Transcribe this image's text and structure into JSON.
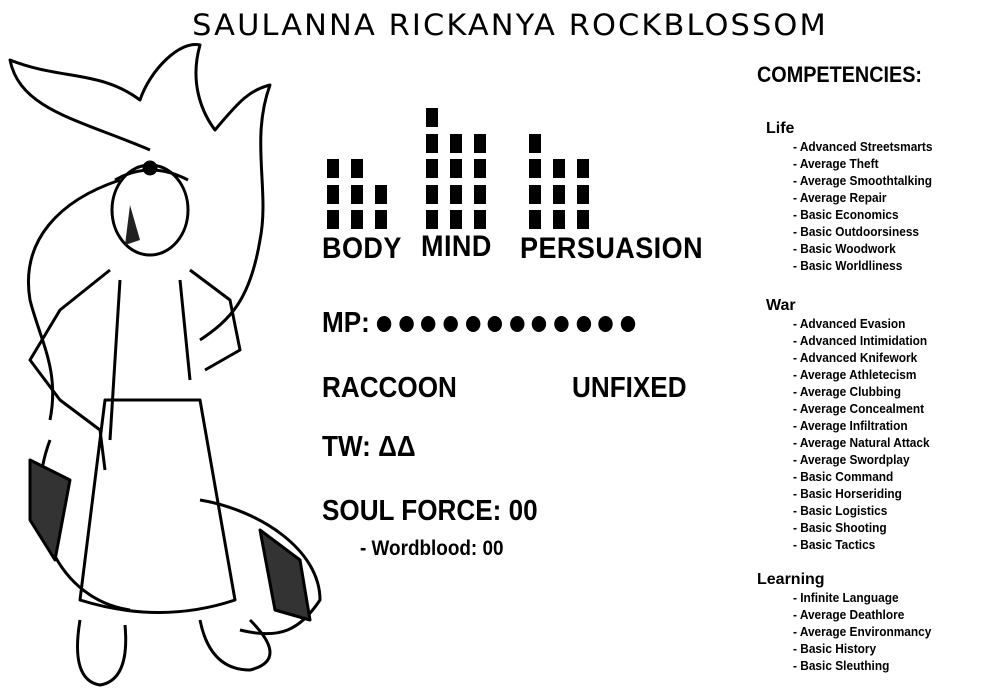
{
  "title": "SAULANNA RICKANYA ROCKBLOSSOM",
  "stats": [
    {
      "label": "BODY",
      "columns": [
        3,
        3,
        2
      ]
    },
    {
      "label": "MIND",
      "columns": [
        5,
        4,
        4
      ]
    },
    {
      "label": "PERSUASION",
      "columns": [
        4,
        3,
        3
      ]
    }
  ],
  "mp": {
    "label": "MP:",
    "dots": 12
  },
  "species": "RACCOON",
  "status": "UNFIXED",
  "tw": {
    "label": "TW:",
    "value": "ΔΔ"
  },
  "soul_force": {
    "label": "SOUL FORCE:",
    "value": "00"
  },
  "wordblood": {
    "label": "- Wordblood:",
    "value": "00"
  },
  "competencies": {
    "title": "COMPETENCIES:",
    "categories": [
      {
        "name": "Life",
        "items": [
          "- Advanced Streetsmarts",
          "- Average Theft",
          "- Average Smoothtalking",
          "- Average Repair",
          "- Basic Economics",
          "- Basic Outdoorsiness",
          "- Basic Woodwork",
          "- Basic Worldliness"
        ]
      },
      {
        "name": "War",
        "items": [
          "- Advanced Evasion",
          "- Advanced Intimidation",
          "- Advanced Knifework",
          "- Average Athletecism",
          "- Average Clubbing",
          "- Average Concealment",
          "- Average Infiltration",
          "- Average Natural Attack",
          "- Average Swordplay",
          "- Basic Command",
          "- Basic Horseriding",
          "- Basic Logistics",
          "- Basic Shooting",
          "- Basic Tactics"
        ]
      },
      {
        "name": "Learning",
        "items": [
          "- Infinite Language",
          "- Average Deathlore",
          "- Average Environmancy",
          "- Basic History",
          "- Basic Sleuthing"
        ]
      }
    ]
  }
}
